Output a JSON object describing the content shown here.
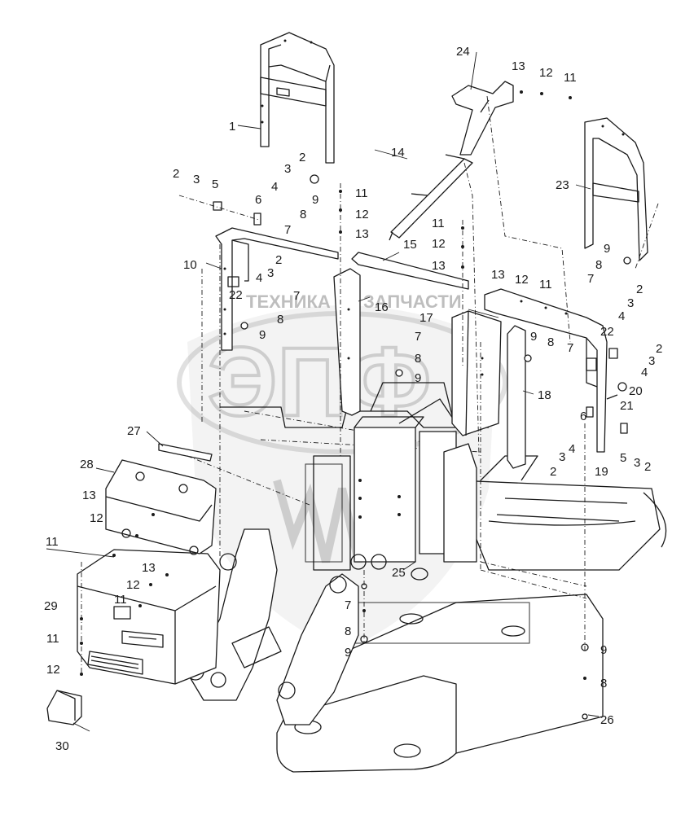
{
  "watermark": {
    "left_text": "ТЕХНИКА",
    "right_text": "ЗАПЧАСТИ",
    "logo_text": "ЭПФ"
  },
  "labels": [
    {
      "id": "l1",
      "text": "1"
    },
    {
      "id": "l2a",
      "text": "2"
    },
    {
      "id": "l3a",
      "text": "3"
    },
    {
      "id": "l5a",
      "text": "5"
    },
    {
      "id": "l3b",
      "text": "3"
    },
    {
      "id": "l2b",
      "text": "2"
    },
    {
      "id": "l4a",
      "text": "4"
    },
    {
      "id": "l6a",
      "text": "6"
    },
    {
      "id": "l7a",
      "text": "7"
    },
    {
      "id": "l8a",
      "text": "8"
    },
    {
      "id": "l9a",
      "text": "9"
    },
    {
      "id": "l10",
      "text": "10"
    },
    {
      "id": "l2c",
      "text": "2"
    },
    {
      "id": "l3c",
      "text": "3"
    },
    {
      "id": "l4b",
      "text": "4"
    },
    {
      "id": "l22a",
      "text": "22"
    },
    {
      "id": "l7b",
      "text": "7"
    },
    {
      "id": "l8b",
      "text": "8"
    },
    {
      "id": "l9b",
      "text": "9"
    },
    {
      "id": "l11a",
      "text": "11"
    },
    {
      "id": "l12a",
      "text": "12"
    },
    {
      "id": "l13a",
      "text": "13"
    },
    {
      "id": "l14",
      "text": "14"
    },
    {
      "id": "l15",
      "text": "15"
    },
    {
      "id": "l16",
      "text": "16"
    },
    {
      "id": "l11b",
      "text": "11"
    },
    {
      "id": "l12b",
      "text": "12"
    },
    {
      "id": "l13b",
      "text": "13"
    },
    {
      "id": "l7c",
      "text": "7"
    },
    {
      "id": "l8c",
      "text": "8"
    },
    {
      "id": "l9c",
      "text": "9"
    },
    {
      "id": "l24",
      "text": "24"
    },
    {
      "id": "l13c",
      "text": "13"
    },
    {
      "id": "l12c",
      "text": "12"
    },
    {
      "id": "l11c",
      "text": "11"
    },
    {
      "id": "l23",
      "text": "23"
    },
    {
      "id": "l9d",
      "text": "9"
    },
    {
      "id": "l8d",
      "text": "8"
    },
    {
      "id": "l7d",
      "text": "7"
    },
    {
      "id": "l17",
      "text": "17"
    },
    {
      "id": "l13d",
      "text": "13"
    },
    {
      "id": "l12d",
      "text": "12"
    },
    {
      "id": "l11d",
      "text": "11"
    },
    {
      "id": "l2d",
      "text": "2"
    },
    {
      "id": "l3d",
      "text": "3"
    },
    {
      "id": "l4c",
      "text": "4"
    },
    {
      "id": "l22b",
      "text": "22"
    },
    {
      "id": "l9e",
      "text": "9"
    },
    {
      "id": "l8e",
      "text": "8"
    },
    {
      "id": "l7e",
      "text": "7"
    },
    {
      "id": "l18",
      "text": "18"
    },
    {
      "id": "l2e",
      "text": "2"
    },
    {
      "id": "l3e",
      "text": "3"
    },
    {
      "id": "l4d",
      "text": "4"
    },
    {
      "id": "l20",
      "text": "20"
    },
    {
      "id": "l21",
      "text": "21"
    },
    {
      "id": "l6b",
      "text": "6"
    },
    {
      "id": "l2f",
      "text": "2"
    },
    {
      "id": "l3f",
      "text": "3"
    },
    {
      "id": "l4e",
      "text": "4"
    },
    {
      "id": "l19",
      "text": "19"
    },
    {
      "id": "l5b",
      "text": "5"
    },
    {
      "id": "l3g",
      "text": "3"
    },
    {
      "id": "l2g",
      "text": "2"
    },
    {
      "id": "l27",
      "text": "27"
    },
    {
      "id": "l28",
      "text": "28"
    },
    {
      "id": "l13e",
      "text": "13"
    },
    {
      "id": "l12e",
      "text": "12"
    },
    {
      "id": "l11e",
      "text": "11"
    },
    {
      "id": "l13f",
      "text": "13"
    },
    {
      "id": "l12f",
      "text": "12"
    },
    {
      "id": "l11f",
      "text": "11"
    },
    {
      "id": "l29",
      "text": "29"
    },
    {
      "id": "l11g",
      "text": "11"
    },
    {
      "id": "l12g",
      "text": "12"
    },
    {
      "id": "l30",
      "text": "30"
    },
    {
      "id": "l25",
      "text": "25"
    },
    {
      "id": "l7f",
      "text": "7"
    },
    {
      "id": "l8f",
      "text": "8"
    },
    {
      "id": "l9f",
      "text": "9"
    },
    {
      "id": "l9g",
      "text": "9"
    },
    {
      "id": "l8g",
      "text": "8"
    },
    {
      "id": "l26",
      "text": "26"
    }
  ]
}
